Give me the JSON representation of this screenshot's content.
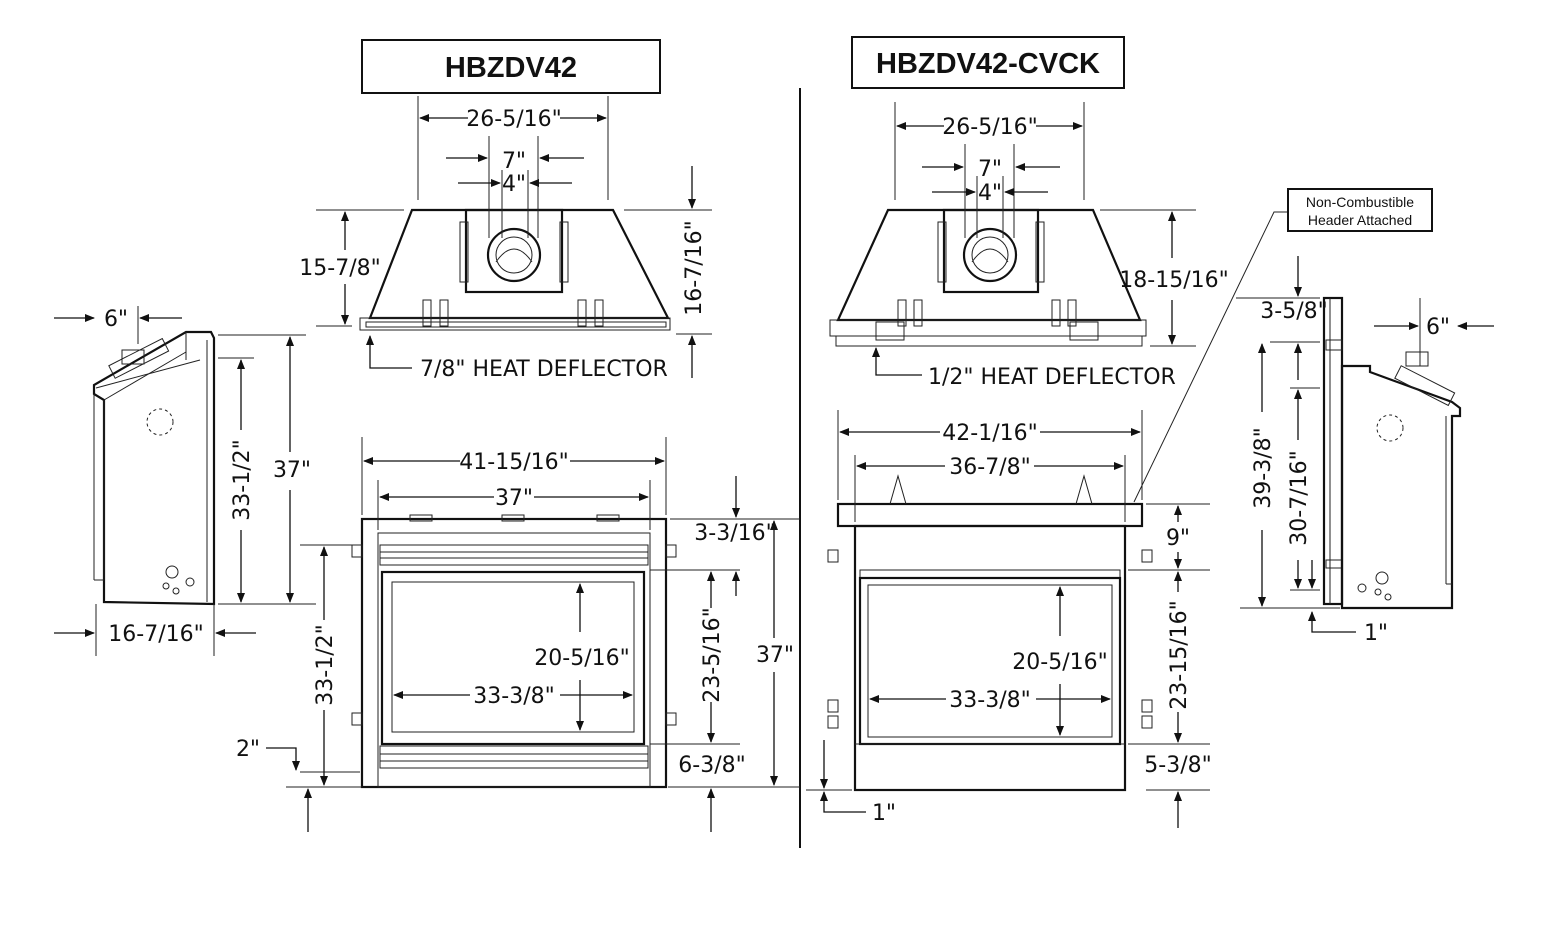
{
  "models": {
    "left": "HBZDV42",
    "right": "HBZDV42-CVCK"
  },
  "callout": {
    "line1": "Non-Combustible",
    "line2": "Header Attached"
  },
  "left_model": {
    "top": {
      "width": "26-5/16\"",
      "flue_outer": "7\"",
      "flue_inner": "4\"",
      "depth": "15-7/8\"",
      "depth_total": "16-7/16\"",
      "deflector": "7/8\" HEAT DEFLECTOR"
    },
    "side": {
      "vent_offset": "6\"",
      "body_height": "33-1/2\"",
      "overall_height": "37\"",
      "depth": "16-7/16\""
    },
    "front": {
      "overall_width": "41-15/16\"",
      "inner_width": "37\"",
      "top_gap": "3-3/16\"",
      "opening_height": "20-5/16\"",
      "opening_width": "33-3/8\"",
      "opening_top": "23-5/16\"",
      "overall_height": "37\"",
      "body_height": "33-1/2\"",
      "base": "2\"",
      "bottom": "6-3/8\""
    }
  },
  "right_model": {
    "top": {
      "width": "26-5/16\"",
      "flue_outer": "7\"",
      "flue_inner": "4\"",
      "depth_total": "18-15/16\"",
      "deflector": "1/2\" HEAT DEFLECTOR"
    },
    "front": {
      "overall_width": "42-1/16\"",
      "inner_width": "36-7/8\"",
      "header": "9\"",
      "opening_height": "20-5/16\"",
      "opening_width": "33-3/8\"",
      "opening_top": "23-15/16\"",
      "bottom": "5-3/8\"",
      "base": "1\""
    },
    "side": {
      "header_depth": "3-5/8\"",
      "vent_offset": "6\"",
      "overall_height": "39-3/8\"",
      "body_height": "30-7/16\"",
      "base": "1\""
    }
  }
}
